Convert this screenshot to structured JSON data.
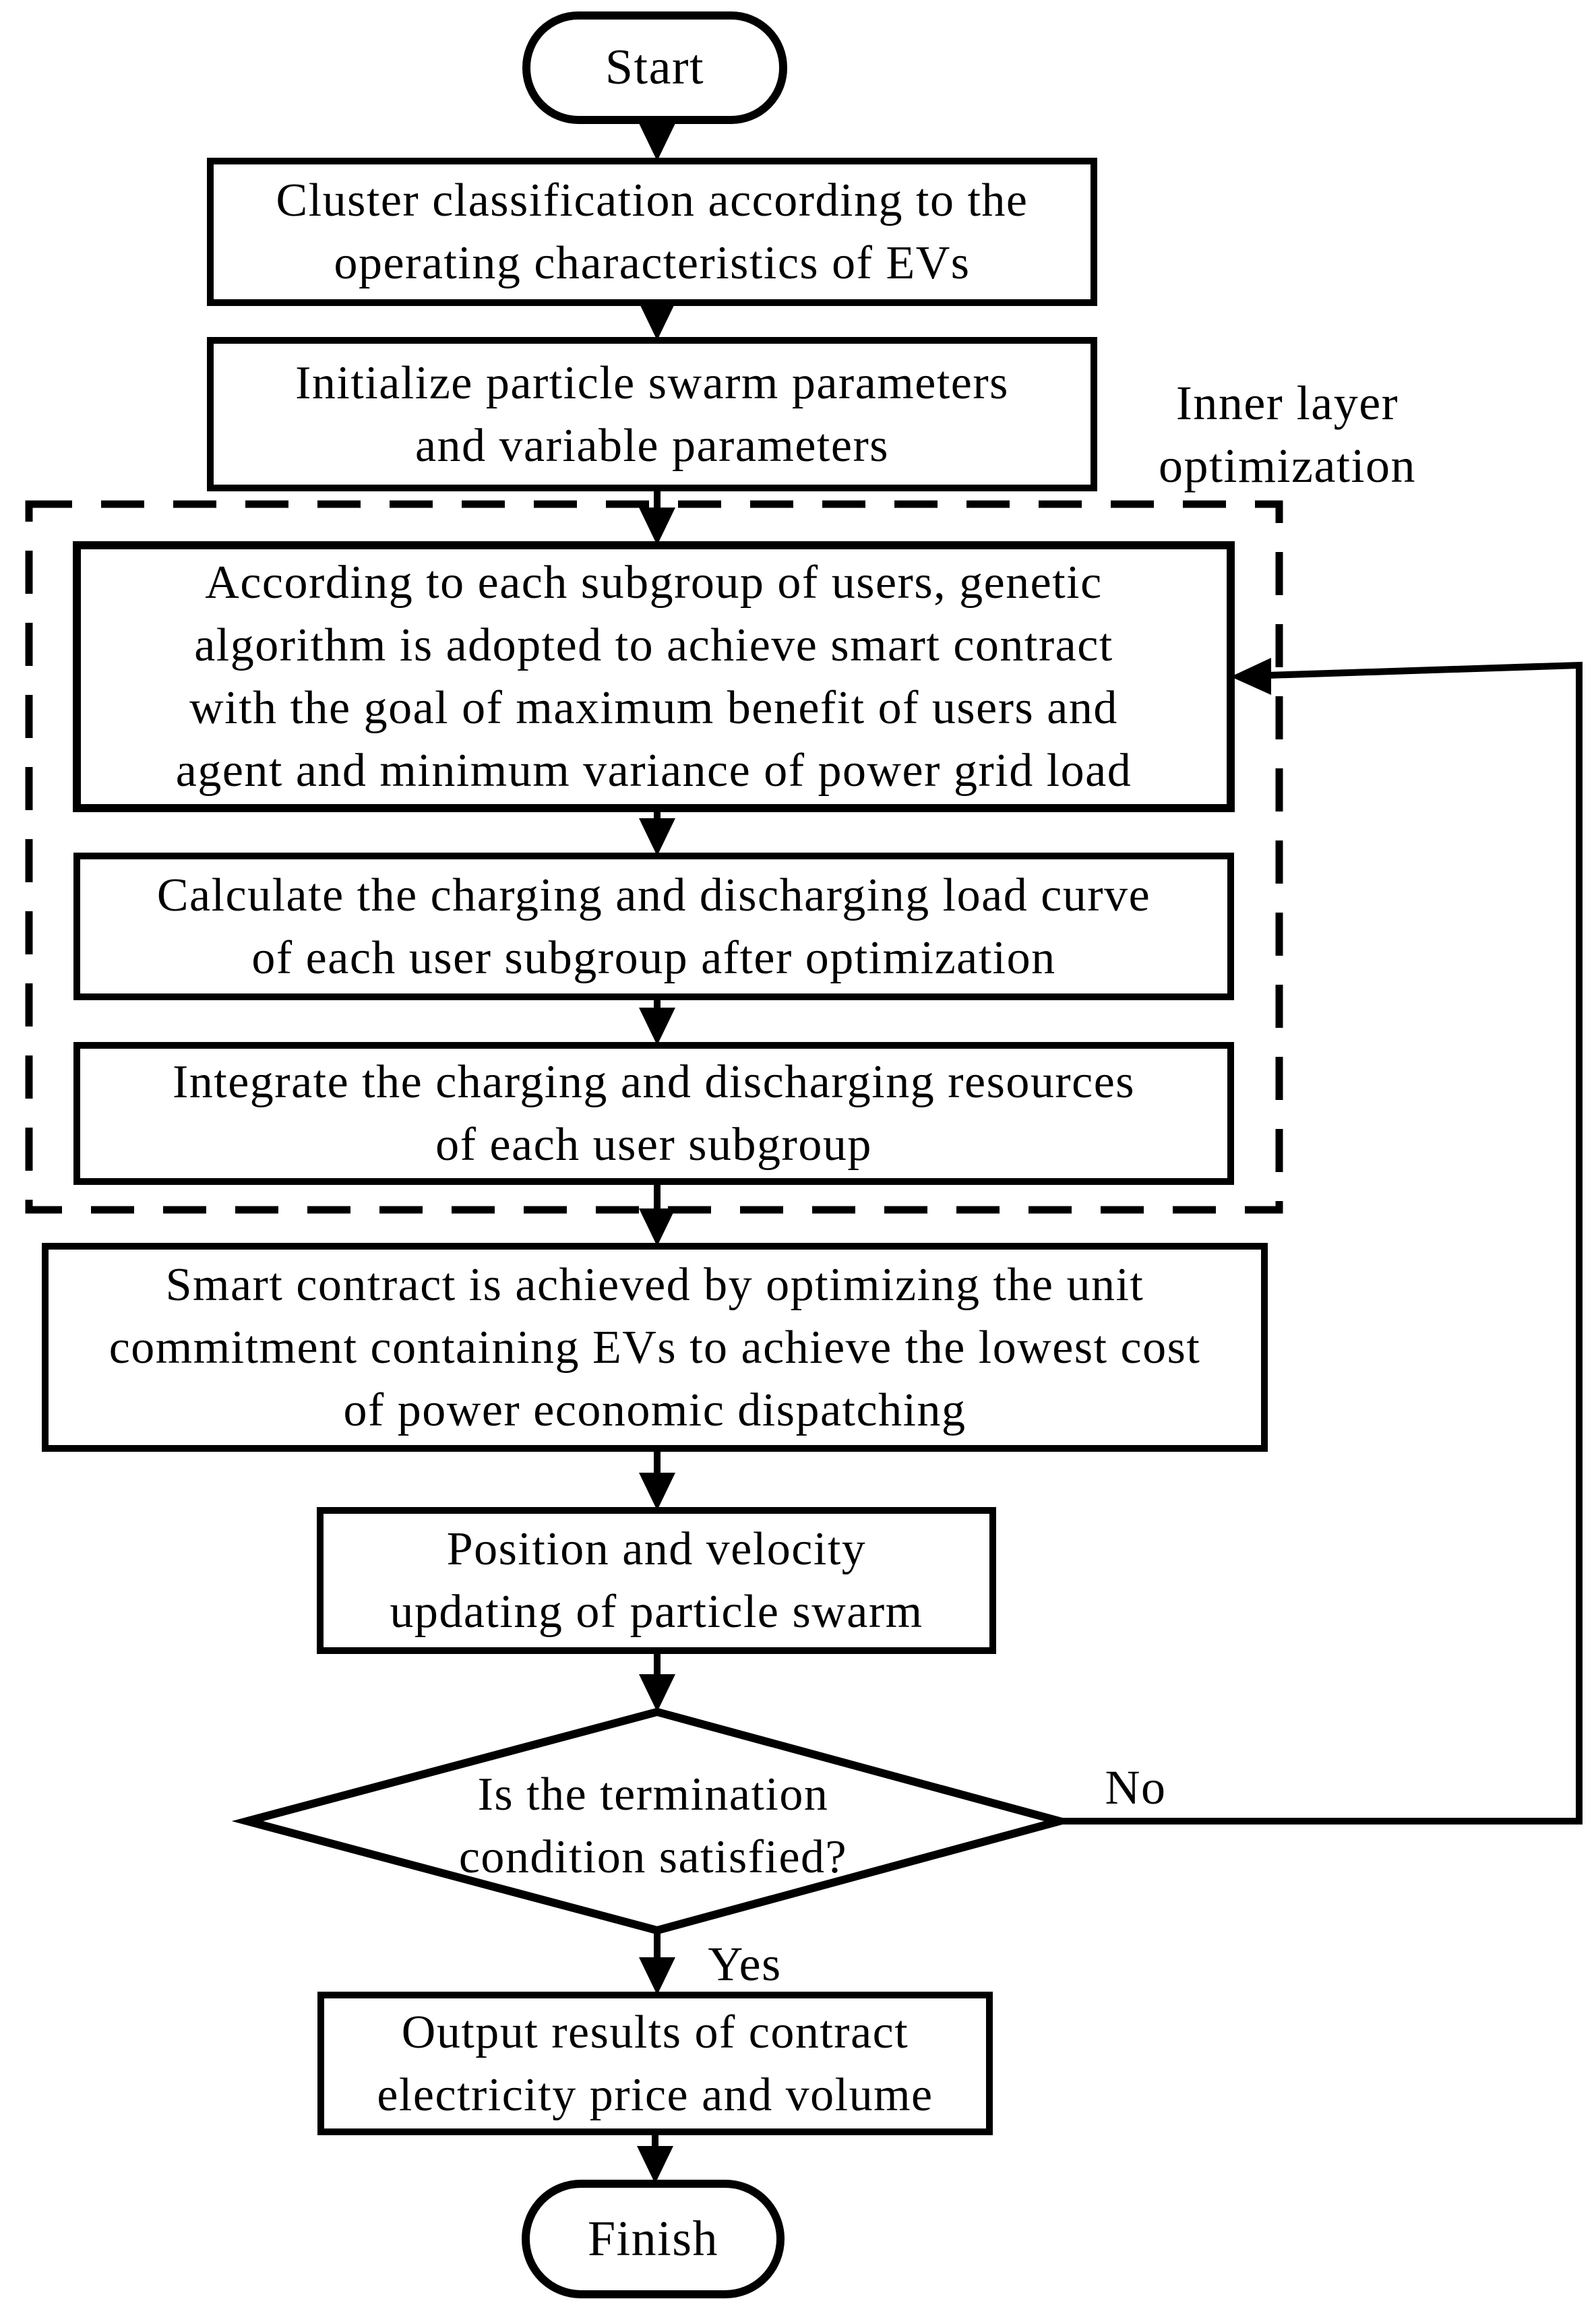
{
  "colors": {
    "line": "#000000",
    "background": "#ffffff",
    "text": "#000000"
  },
  "nodes": {
    "start": {
      "type": "terminator",
      "label": "Start"
    },
    "cluster_classification": {
      "type": "process",
      "label": "Cluster classification according to the\noperating characteristics of EVs"
    },
    "initialize_pso": {
      "type": "process",
      "label": "Initialize particle swarm parameters\nand variable parameters"
    },
    "genetic_algorithm": {
      "type": "process",
      "label": "According to each subgroup of users, genetic\nalgorithm is adopted to achieve smart contract\nwith the goal of maximum benefit of users and\nagent and minimum variance of power grid load"
    },
    "calculate_load_curve": {
      "type": "process",
      "label": "Calculate the charging and discharging load curve\nof each user subgroup after optimization"
    },
    "integrate_resources": {
      "type": "process",
      "label": "Integrate the charging and discharging resources\nof each user subgroup"
    },
    "smart_contract_unit_commitment": {
      "type": "process",
      "label": "Smart contract is achieved by optimizing the unit\ncommitment containing EVs to achieve the lowest cost\nof power economic dispatching"
    },
    "position_velocity_update": {
      "type": "process",
      "label": "Position and velocity\nupdating of particle swarm"
    },
    "termination_check": {
      "type": "decision",
      "label": "Is the termination\ncondition satisfied?"
    },
    "output_results": {
      "type": "process",
      "label": "Output results of contract\nelectricity price and volume"
    },
    "finish": {
      "type": "terminator",
      "label": "Finish"
    }
  },
  "annotations": {
    "inner_layer_optimization": "Inner layer\noptimization"
  },
  "branches": {
    "yes": "Yes",
    "no": "No"
  },
  "edges": [
    {
      "from": "start",
      "to": "cluster_classification",
      "label": ""
    },
    {
      "from": "cluster_classification",
      "to": "initialize_pso",
      "label": ""
    },
    {
      "from": "initialize_pso",
      "to": "genetic_algorithm",
      "label": ""
    },
    {
      "from": "genetic_algorithm",
      "to": "calculate_load_curve",
      "label": ""
    },
    {
      "from": "calculate_load_curve",
      "to": "integrate_resources",
      "label": ""
    },
    {
      "from": "integrate_resources",
      "to": "smart_contract_unit_commitment",
      "label": ""
    },
    {
      "from": "smart_contract_unit_commitment",
      "to": "position_velocity_update",
      "label": ""
    },
    {
      "from": "position_velocity_update",
      "to": "termination_check",
      "label": ""
    },
    {
      "from": "termination_check",
      "to": "output_results",
      "label": "Yes"
    },
    {
      "from": "termination_check",
      "to": "genetic_algorithm",
      "label": "No"
    },
    {
      "from": "output_results",
      "to": "finish",
      "label": ""
    }
  ]
}
